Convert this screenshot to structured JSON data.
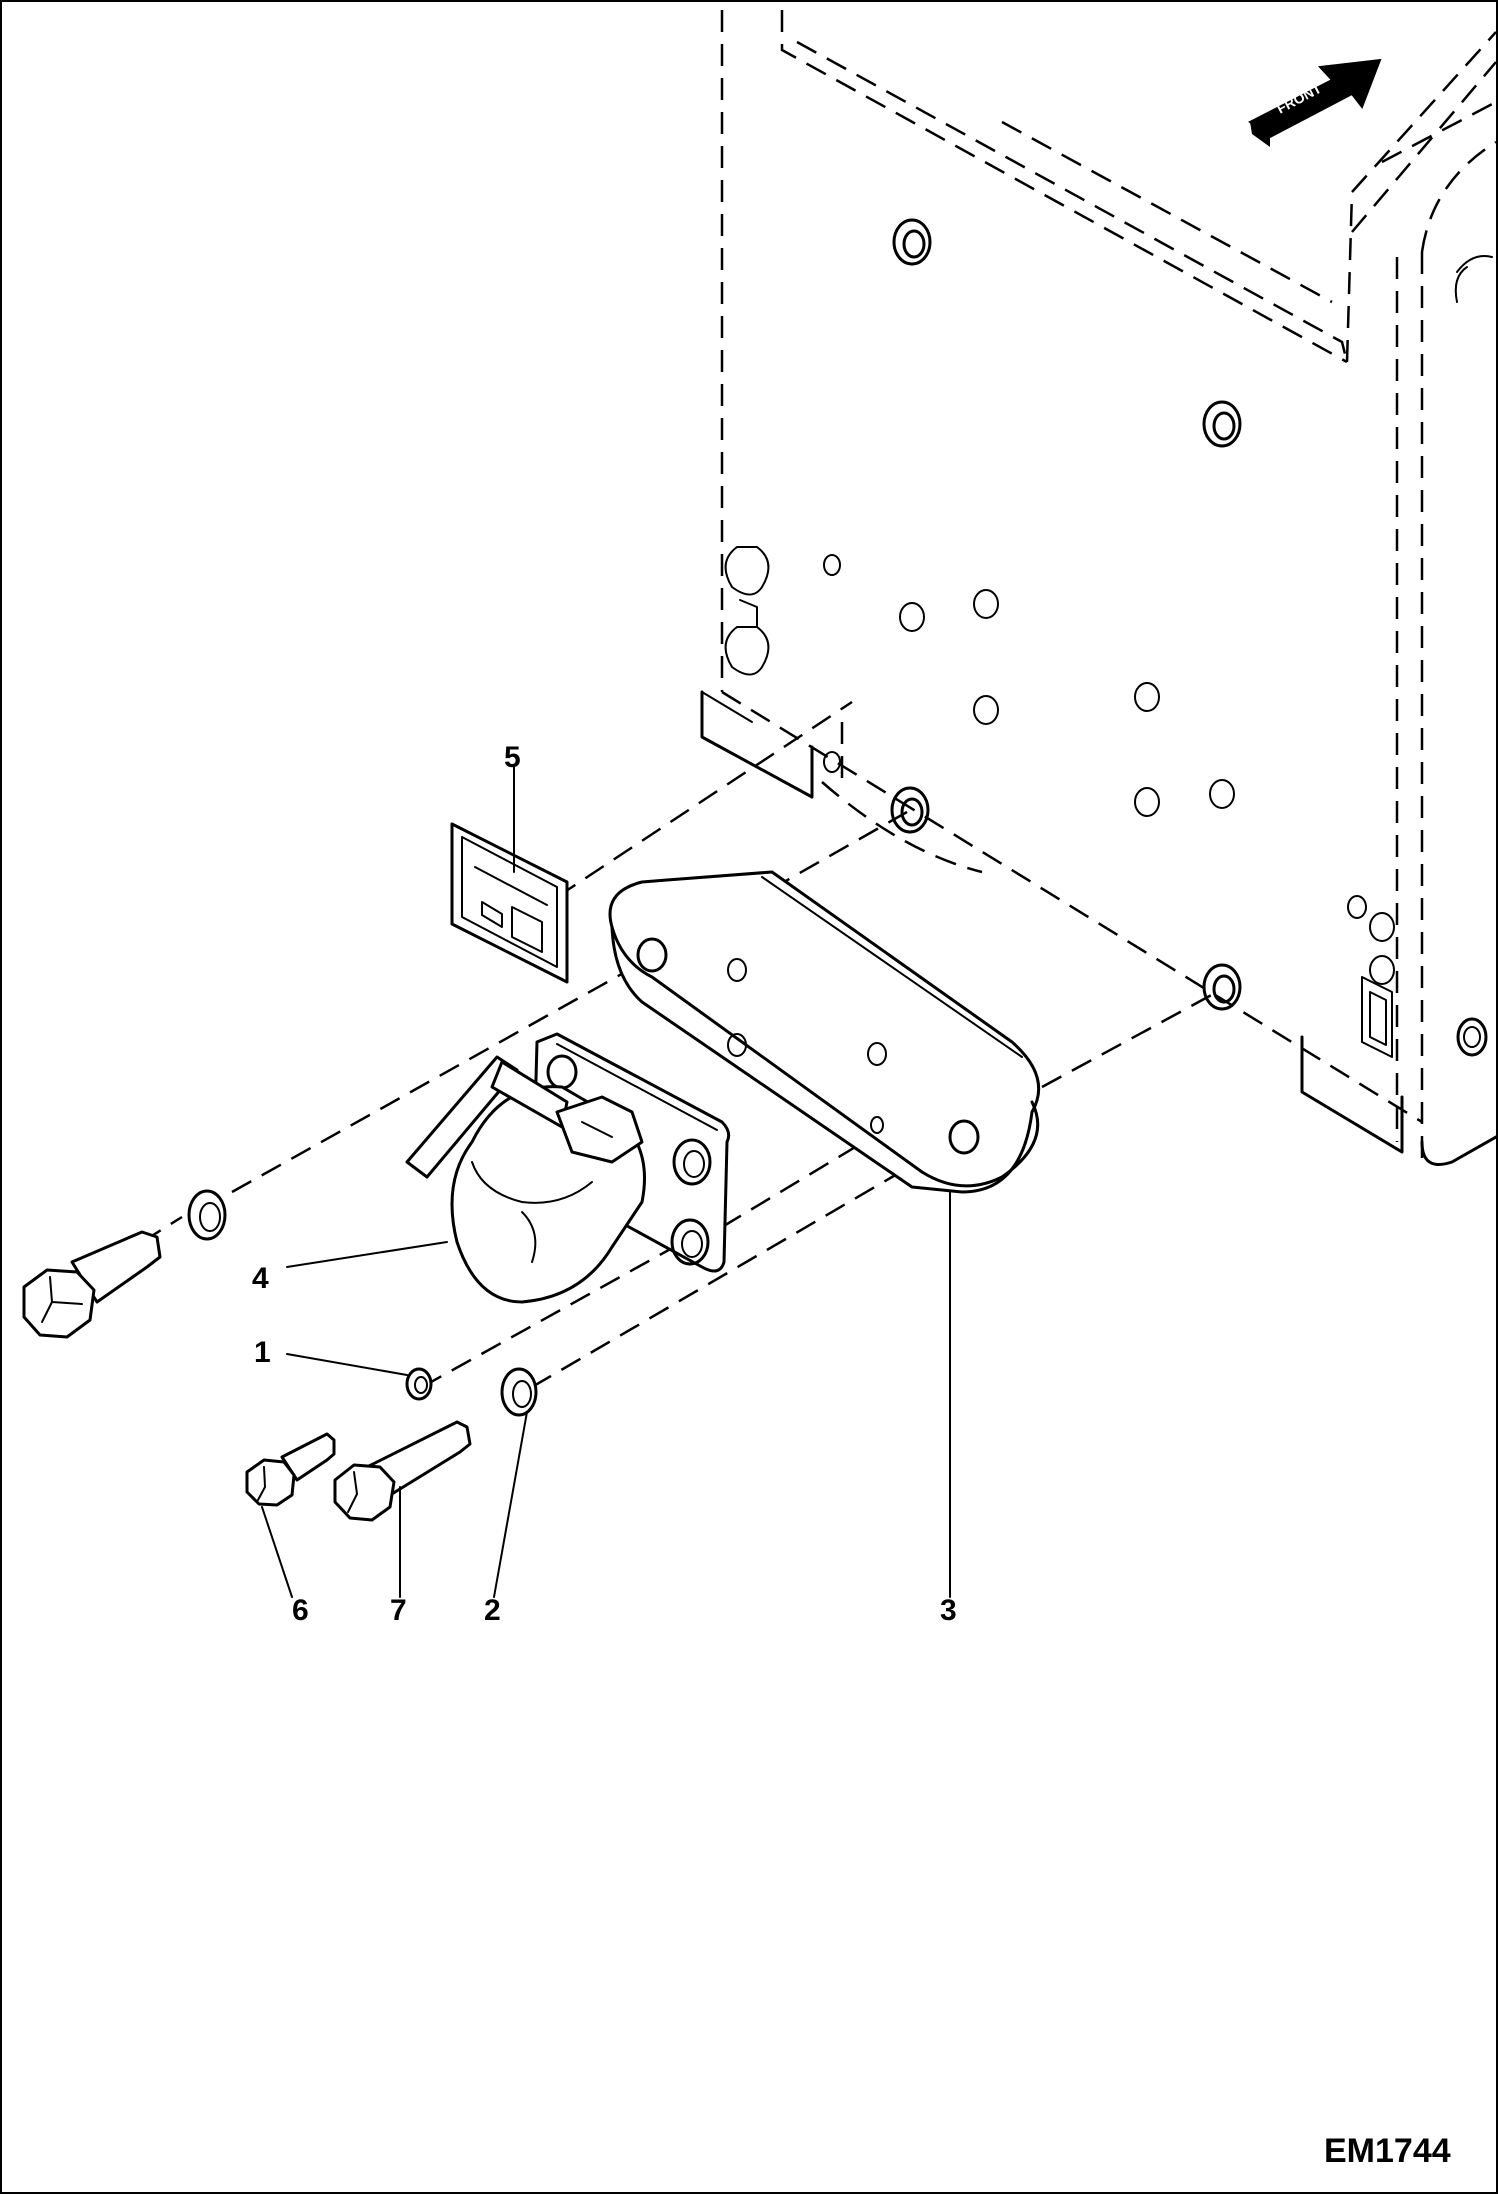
{
  "figure_code": "EM1744",
  "front_arrow_label": "FRONT",
  "decal_text": [
    "",
    ""
  ],
  "callouts": [
    {
      "id": "1",
      "label": "1"
    },
    {
      "id": "2",
      "label": "2"
    },
    {
      "id": "3",
      "label": "3"
    },
    {
      "id": "4",
      "label": "4"
    },
    {
      "id": "5",
      "label": "5"
    },
    {
      "id": "6",
      "label": "6"
    },
    {
      "id": "7",
      "label": "7"
    }
  ]
}
